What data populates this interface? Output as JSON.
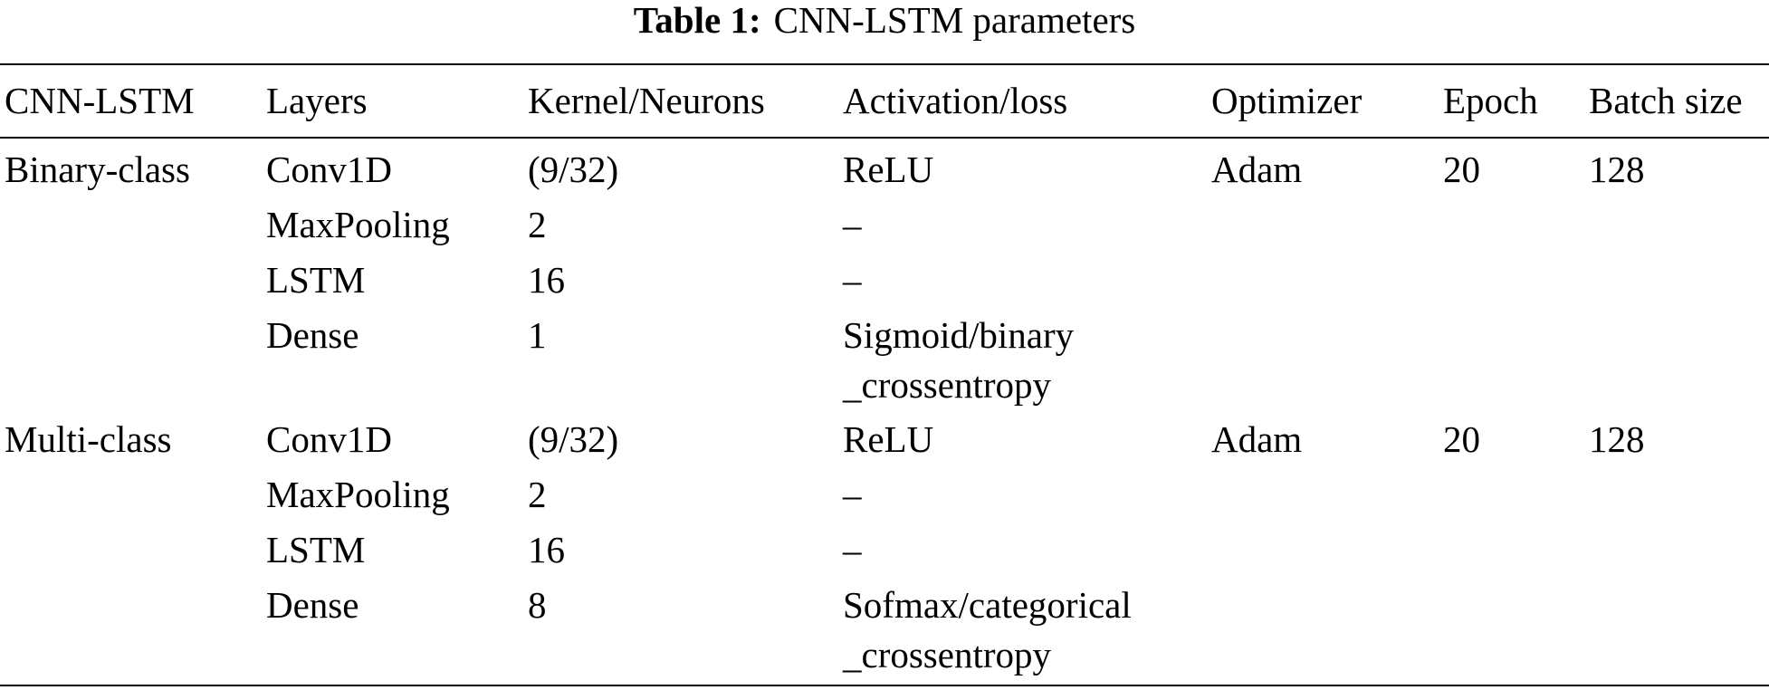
{
  "caption": {
    "label": "Table 1:",
    "text": "CNN-LSTM parameters"
  },
  "table": {
    "headers": [
      "CNN-LSTM",
      "Layers",
      "Kernel/Neurons",
      "Activation/loss",
      "Optimizer",
      "Epoch",
      "Batch size"
    ],
    "groups": [
      {
        "model": "Binary-class",
        "optimizer": "Adam",
        "epoch": "20",
        "batch_size": "128",
        "layers": [
          {
            "layer": "Conv1D",
            "kernel": "(9/32)",
            "activation": [
              "ReLU"
            ]
          },
          {
            "layer": "MaxPooling",
            "kernel": "2",
            "activation": [
              "–"
            ]
          },
          {
            "layer": "LSTM",
            "kernel": "16",
            "activation": [
              "–"
            ]
          },
          {
            "layer": "Dense",
            "kernel": "1",
            "activation": [
              "Sigmoid/binary",
              "_crossentropy"
            ]
          }
        ]
      },
      {
        "model": "Multi-class",
        "optimizer": "Adam",
        "epoch": "20",
        "batch_size": "128",
        "layers": [
          {
            "layer": "Conv1D",
            "kernel": "(9/32)",
            "activation": [
              "ReLU"
            ]
          },
          {
            "layer": "MaxPooling",
            "kernel": "2",
            "activation": [
              "–"
            ]
          },
          {
            "layer": "LSTM",
            "kernel": "16",
            "activation": [
              "–"
            ]
          },
          {
            "layer": "Dense",
            "kernel": "8",
            "activation": [
              "Sofmax/categorical",
              "_crossentropy"
            ]
          }
        ]
      }
    ]
  }
}
